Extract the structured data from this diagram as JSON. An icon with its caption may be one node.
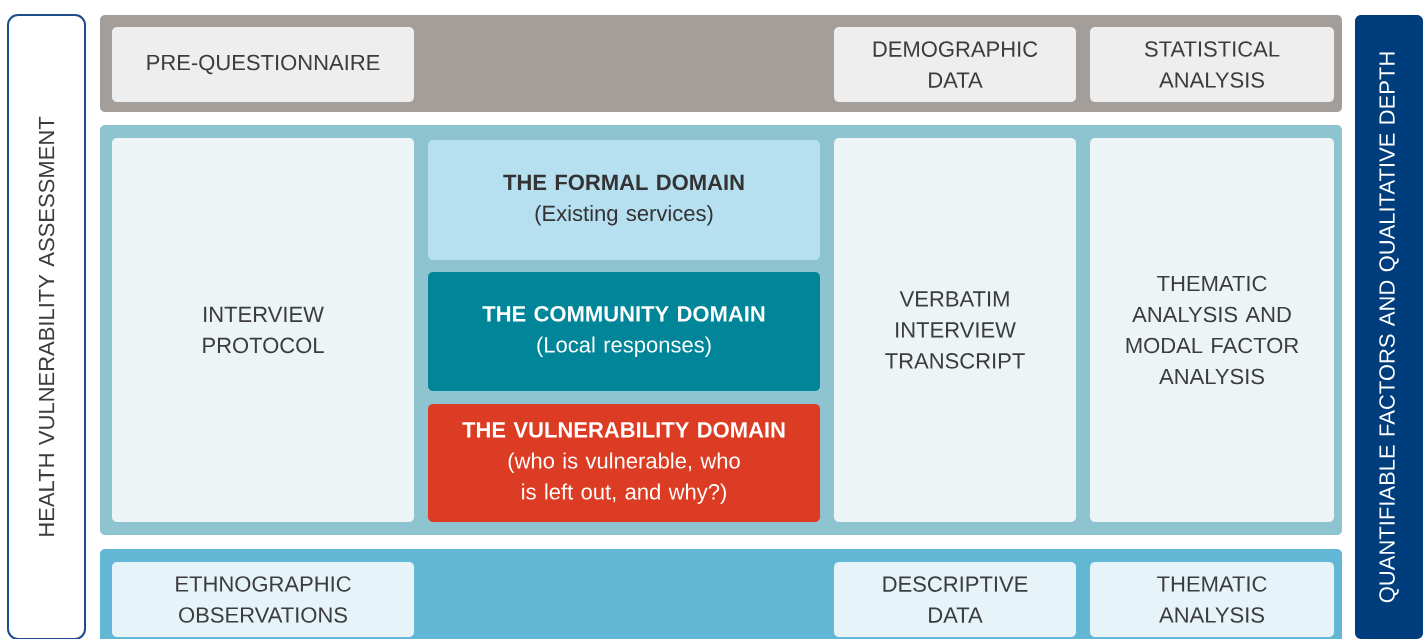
{
  "diagram": {
    "nodes": [
      {
        "text": [
          "HEALTH VULNERABILITY ASSESSMENT"
        ]
      },
      {
        "text": [],
        "shape": "box"
      },
      {
        "text": [
          "PRE-QUESTIONNAIRE"
        ],
        "in": 1
      },
      {
        "text": [
          "DEMOGRAPHIC DATA"
        ],
        "in": 1
      },
      {
        "text": [
          "STATISTICAL ANALYSIS"
        ],
        "in": 1
      },
      {
        "text": [],
        "shape": "box"
      },
      {
        "text": [
          "INTERVIEW PROTOCOL"
        ],
        "in": 5
      },
      {
        "text": [
          "THE FORMAL DOMAIN",
          "(Existing services)"
        ],
        "in": 5
      },
      {
        "text": [
          "THE COMMUNITY DOMAIN",
          "(Local responses)"
        ],
        "in": 5
      },
      {
        "text": [
          "THE VULNERABILITY DOMAIN",
          "(who is vulnerable, who is left out, and why?)"
        ],
        "in": 5
      },
      {
        "text": [
          "VERBATIM INTERVIEW TRANSCRIPT"
        ],
        "in": 5
      },
      {
        "text": [
          "THEMATIC ANALYSIS AND MODAL FACTOR ANALYSIS"
        ],
        "in": 5
      },
      {
        "text": [],
        "shape": "box"
      },
      {
        "text": [
          "ETHNOGRAPHIC OBSERVATIONS"
        ],
        "in": 12
      },
      {
        "text": [
          "DESCRIPTIVE DATA"
        ],
        "in": 12
      },
      {
        "text": [
          "THEMATIC ANALYSIS"
        ],
        "in": 12
      },
      {
        "text": [
          "QUANTIFIABLE FACTORS AND QUALITATIVE DEPTH"
        ]
      }
    ]
  }
}
